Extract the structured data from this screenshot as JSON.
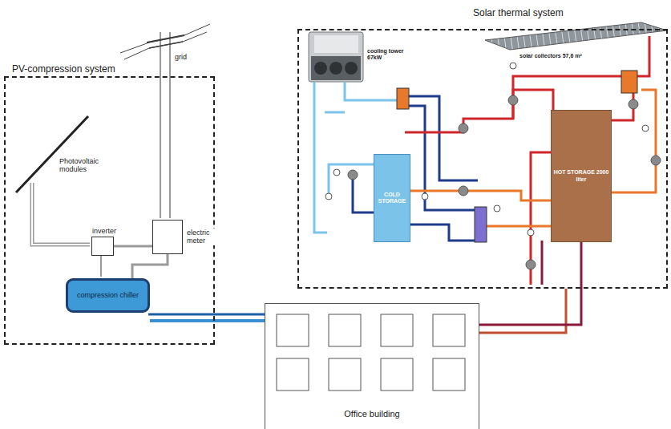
{
  "diagram": {
    "nodes": [
      {
        "text": [
          "PV-compression system"
        ]
      },
      {
        "text": [
          "inverter"
        ],
        "in": 0
      },
      {
        "text": [
          "electric meter"
        ],
        "in": 0
      },
      {
        "text": [
          "compression chiller"
        ],
        "in": 0
      },
      {
        "text": [
          "Solar thermal system"
        ]
      },
      {
        "text": [
          "COLD STORAGE"
        ],
        "in": 4
      },
      {
        "text": [
          "HOT STORAGE 2000 liter"
        ],
        "in": 4
      },
      {
        "text": [
          "Office building"
        ]
      }
    ],
    "edges": [
      {
        "from": 1,
        "to": 2,
        "arrow": "none"
      },
      {
        "from": 2,
        "to": 3,
        "arrow": "none"
      },
      {
        "from": 3,
        "to": 7,
        "arrow": "none"
      },
      {
        "from": 7,
        "to": 6,
        "arrow": "none"
      }
    ],
    "labels": [
      "grid",
      "Photovoltaic modules",
      "cooling tower 67kW",
      "solar collectors 57,6 m²"
    ]
  }
}
